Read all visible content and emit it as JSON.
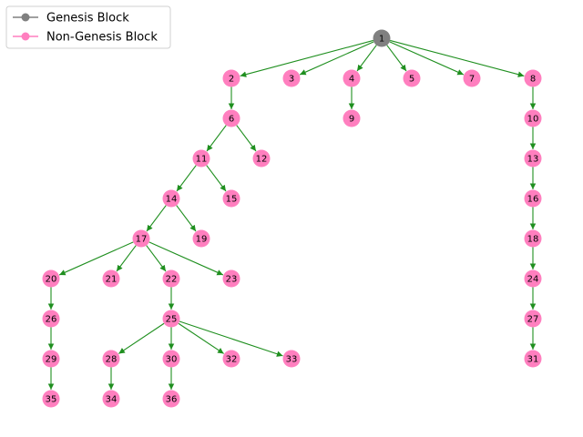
{
  "colors": {
    "genesis": "#808080",
    "non_genesis": "#ff7fbf",
    "edge": "#1f8f1f"
  },
  "legend": {
    "genesis_label": "Genesis Block",
    "non_genesis_label": "Non-Genesis Block"
  },
  "graph": {
    "genesis": "1",
    "nodes": [
      "1",
      "2",
      "3",
      "4",
      "5",
      "7",
      "8",
      "6",
      "9",
      "10",
      "11",
      "12",
      "13",
      "14",
      "15",
      "16",
      "17",
      "19",
      "18",
      "20",
      "21",
      "22",
      "23",
      "24",
      "26",
      "25",
      "27",
      "29",
      "28",
      "30",
      "32",
      "33",
      "31",
      "35",
      "34",
      "36"
    ],
    "edges": [
      [
        "1",
        "2"
      ],
      [
        "1",
        "3"
      ],
      [
        "1",
        "4"
      ],
      [
        "1",
        "5"
      ],
      [
        "1",
        "7"
      ],
      [
        "1",
        "8"
      ],
      [
        "2",
        "6"
      ],
      [
        "4",
        "9"
      ],
      [
        "8",
        "10"
      ],
      [
        "6",
        "11"
      ],
      [
        "6",
        "12"
      ],
      [
        "10",
        "13"
      ],
      [
        "11",
        "14"
      ],
      [
        "11",
        "15"
      ],
      [
        "13",
        "16"
      ],
      [
        "14",
        "17"
      ],
      [
        "14",
        "19"
      ],
      [
        "16",
        "18"
      ],
      [
        "17",
        "20"
      ],
      [
        "17",
        "21"
      ],
      [
        "17",
        "22"
      ],
      [
        "17",
        "23"
      ],
      [
        "18",
        "24"
      ],
      [
        "20",
        "26"
      ],
      [
        "22",
        "25"
      ],
      [
        "24",
        "27"
      ],
      [
        "26",
        "29"
      ],
      [
        "25",
        "28"
      ],
      [
        "25",
        "30"
      ],
      [
        "25",
        "32"
      ],
      [
        "25",
        "33"
      ],
      [
        "27",
        "31"
      ],
      [
        "29",
        "35"
      ],
      [
        "28",
        "34"
      ],
      [
        "30",
        "36"
      ]
    ]
  }
}
